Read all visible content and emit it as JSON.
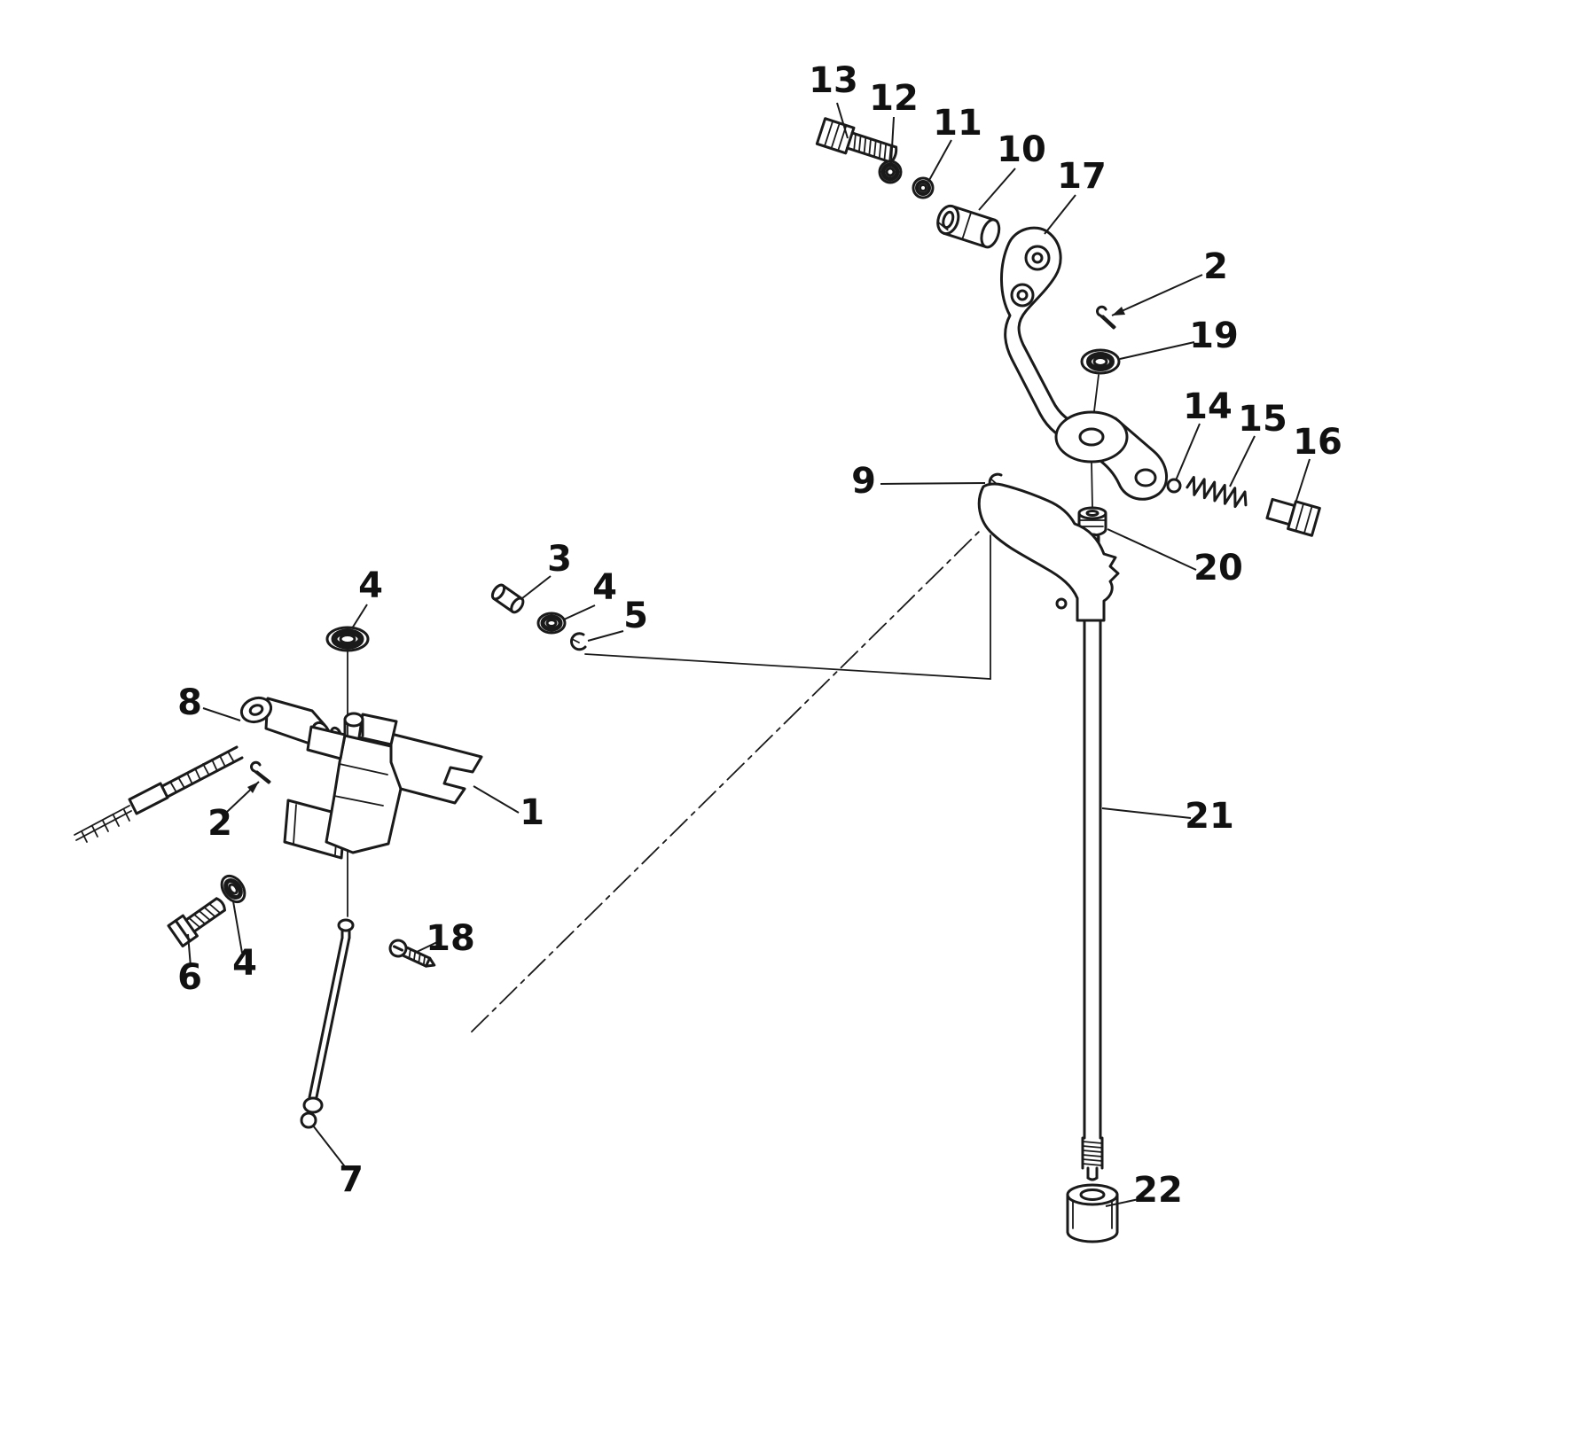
{
  "figure": {
    "background_color": "#ffffff",
    "ink_color": "#1a1a1a",
    "type": "exploded-parts-diagram"
  },
  "callouts": {
    "c13": {
      "label": "13"
    },
    "c12": {
      "label": "12"
    },
    "c11": {
      "label": "11"
    },
    "c10": {
      "label": "10"
    },
    "c17": {
      "label": "17"
    },
    "c2_upper": {
      "label": "2"
    },
    "c19": {
      "label": "19"
    },
    "c14": {
      "label": "14"
    },
    "c15": {
      "label": "15"
    },
    "c16": {
      "label": "16"
    },
    "c9": {
      "label": "9"
    },
    "c20": {
      "label": "20"
    },
    "c3": {
      "label": "3"
    },
    "c4_top": {
      "label": "4"
    },
    "c4_mid": {
      "label": "4"
    },
    "c5": {
      "label": "5"
    },
    "c8": {
      "label": "8"
    },
    "c2_left": {
      "label": "2"
    },
    "c1": {
      "label": "1"
    },
    "c6": {
      "label": "6"
    },
    "c4_bottom": {
      "label": "4"
    },
    "c18": {
      "label": "18"
    },
    "c7": {
      "label": "7"
    },
    "c21": {
      "label": "21"
    },
    "c22": {
      "label": "22"
    }
  }
}
